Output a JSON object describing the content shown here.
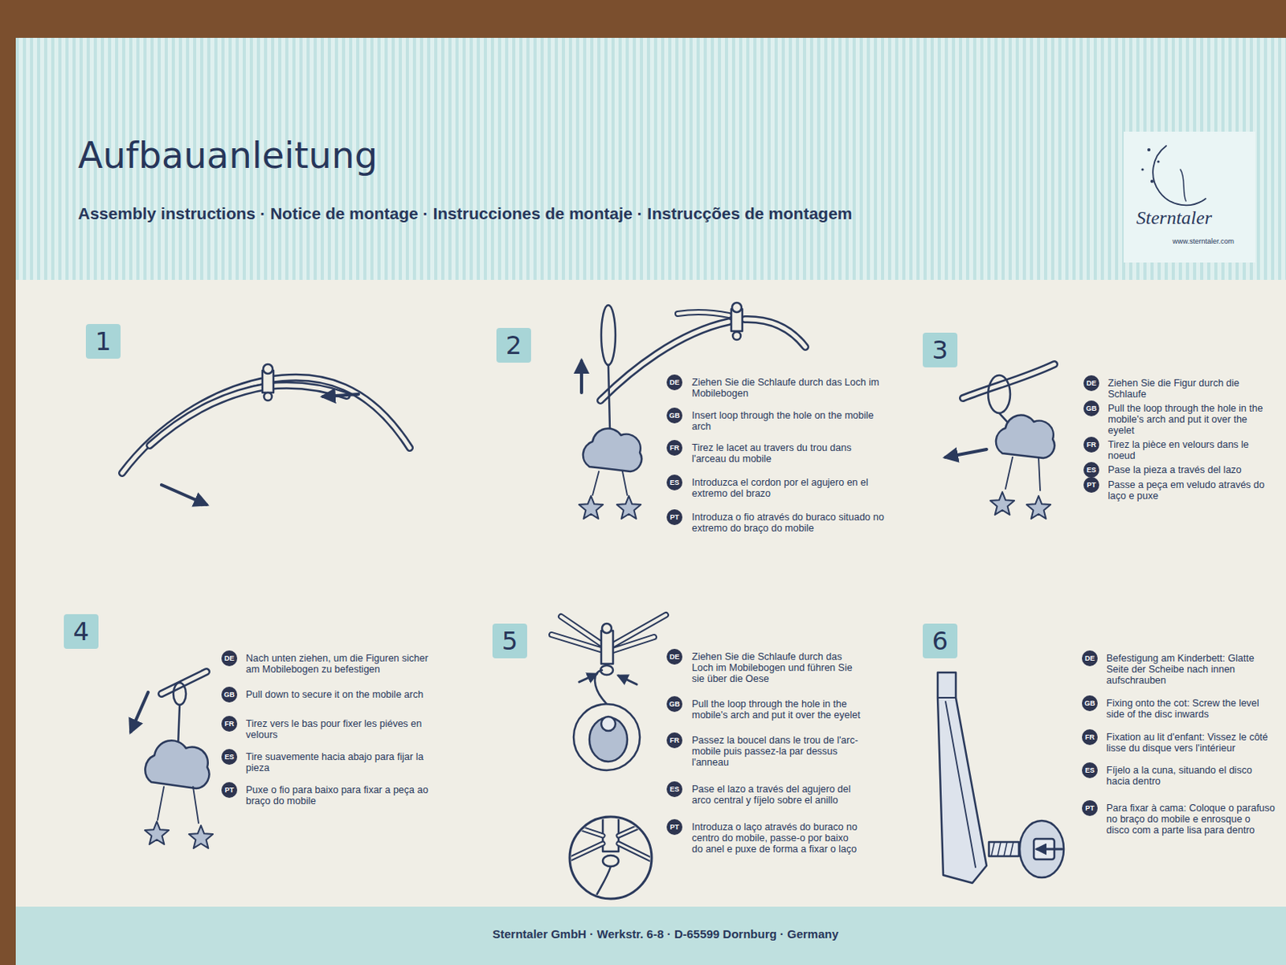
{
  "diagram": {
    "title": "Aufbauanleitung",
    "nodes": [
      {
        "text": [
          "Assembly instructions · Notice de montage · Instrucciones de montaje · Instrucções de montagem"
        ]
      },
      {
        "text": [
          "Sterntaler",
          "www.sterntaler.com"
        ],
        "in": 0
      },
      {
        "text": [
          "1"
        ]
      },
      {
        "text": [
          "2"
        ]
      },
      {
        "text": [
          "DE"
        ]
      },
      {
        "text": [
          "GB"
        ]
      },
      {
        "text": [
          "FR"
        ]
      },
      {
        "text": [
          "ES"
        ]
      },
      {
        "text": [
          "PT"
        ]
      },
      {
        "text": [
          "3"
        ]
      },
      {
        "text": [
          "DE"
        ]
      },
      {
        "text": [
          "GB"
        ]
      },
      {
        "text": [
          "FR"
        ]
      },
      {
        "text": [
          "ES"
        ]
      },
      {
        "text": [
          "PT"
        ]
      },
      {
        "text": [
          "4"
        ]
      },
      {
        "text": [
          "DE"
        ]
      },
      {
        "text": [
          "GB"
        ]
      },
      {
        "text": [
          "FR"
        ]
      },
      {
        "text": [
          "ES"
        ]
      },
      {
        "text": [
          "PT"
        ]
      },
      {
        "text": [
          "5"
        ]
      },
      {
        "text": [
          "DE"
        ]
      },
      {
        "text": [
          "GB"
        ]
      },
      {
        "text": [
          "FR"
        ]
      },
      {
        "text": [
          "ES"
        ]
      },
      {
        "text": [
          "PT"
        ]
      },
      {
        "text": [
          "6"
        ]
      },
      {
        "text": [
          "DE"
        ]
      },
      {
        "text": [
          "GB"
        ]
      },
      {
        "text": [
          "FR"
        ]
      },
      {
        "text": [
          "ES"
        ]
      },
      {
        "text": [
          "PT"
        ]
      },
      {
        "text": [
          "Sterntaler GmbH · Werkstr. 6-8 · D-65599 Dornburg · Germany"
        ]
      }
    ],
    "labels": [
      "Ziehen Sie die Schlaufe durch das Loch im Mobilebogen",
      "Insert loop through the hole on the mobile arch",
      "Tirez le lacet au travers du trou dans l'arceau du mobile",
      "Introduzca el cordon por el agujero en el extremo del brazo",
      "Introduza o fio através do buraco situado no extremo do braço do mobile",
      "Ziehen Sie die Figur durch die Schlaufe",
      "Pull the loop through the hole in the mobile's arch and put it over the eyelet",
      "Tirez la pièce en velours dans le noeud",
      "Pase la pieza a través del lazo",
      "Passe a peça em veludo através do laço e puxe",
      "Nach unten ziehen, um die Figuren sicher am Mobilebogen zu befestigen",
      "Pull down to secure it on the mobile arch",
      "Tirez vers le bas pour fixer les piéves en velours",
      "Tire suavemente hacia abajo para fijar la pieza",
      "Puxe o fio para baixo para fixar a peça ao braço do mobile",
      "Ziehen Sie die Schlaufe durch das Loch im Mobilebogen und führen Sie sie über die Oese",
      "Pull the loop through the hole in the mobile's arch and put it over the eyelet",
      "Passez la boucel dans le trou de l'arc-mobile puis passez-la par dessus l'anneau",
      "Pase el lazo a través del agujero del arco central y fíjelo sobre el anillo",
      "Introduza o laço através do buraco no centro do mobile, passe-o por baixo do anel e puxe de forma a fixar o laço",
      "Befestigung am Kinderbett: Glatte Seite der Scheibe nach innen aufschrauben",
      "Fixing onto the cot: Screw the level side of the disc inwards",
      "Fixation au lit d'enfant: Vissez le côté lisse du disque vers l'intérieur",
      "Fíjelo a la cuna, situando el disco hacia dentro",
      "Para fixar à cama: Coloque o parafuso no braço do mobile e enrosque o disco com a parte lisa para dentro"
    ]
  }
}
